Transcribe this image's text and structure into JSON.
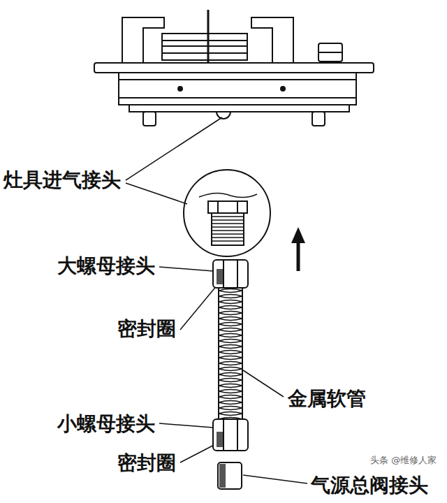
{
  "diagram": {
    "labels": [
      "灶具进气接头",
      "大螺母接头",
      "密封圈",
      "金属软管",
      "小螺母接头",
      "密封圈",
      "气源总阀接头",
      "头条 @维修人家"
    ]
  }
}
